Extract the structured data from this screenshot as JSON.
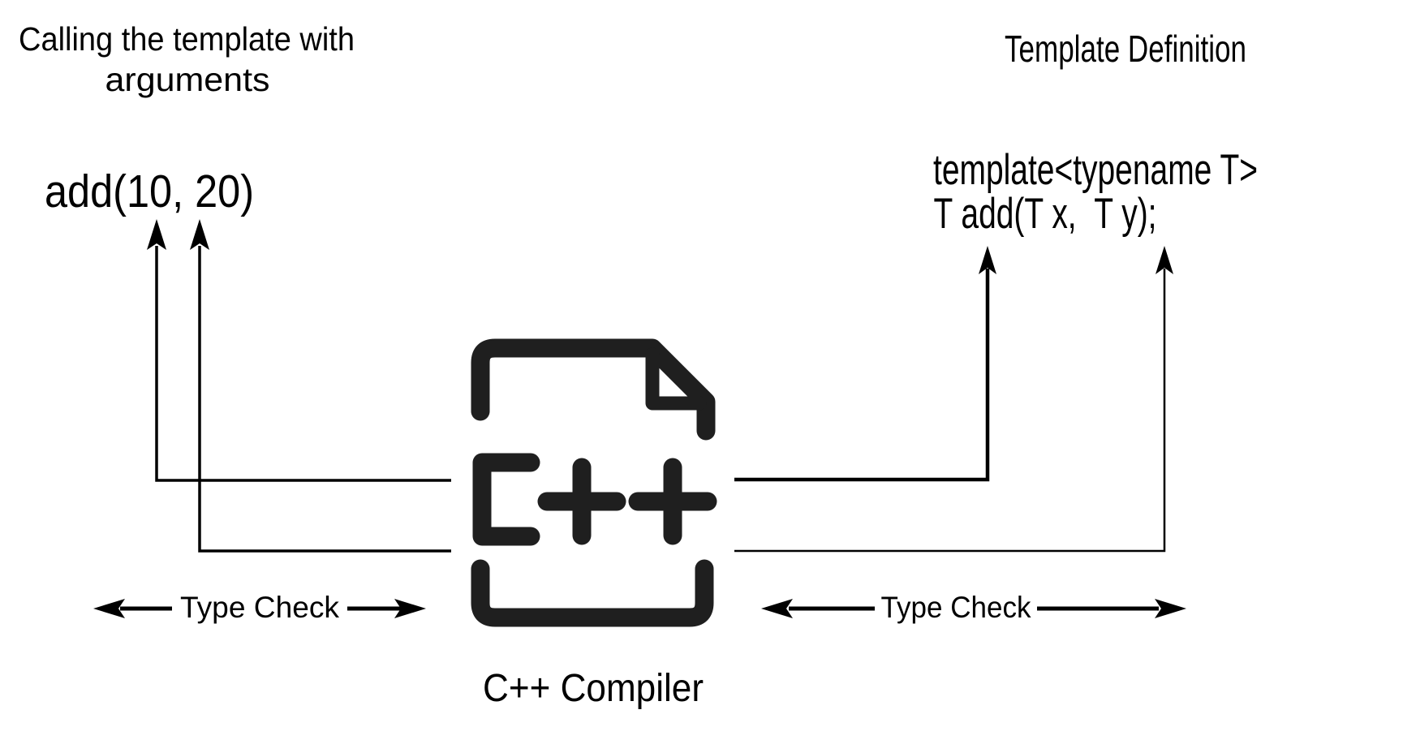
{
  "left": {
    "caption_line1": "Calling the template with",
    "caption_line2": "arguments",
    "call_code": "add(10, 20)",
    "type_check_label": "Type Check"
  },
  "right": {
    "caption": "Template Definition",
    "code_line1": "template<typename T>",
    "code_line2": "T add(T x,  T y);",
    "type_check_label": "Type Check"
  },
  "center": {
    "compiler_label": "C++ Compiler",
    "icon": "cpp-file-icon"
  },
  "colors": {
    "line": "#000000",
    "icon": "#1f1f1f",
    "text": "#000000",
    "background": "#ffffff"
  }
}
